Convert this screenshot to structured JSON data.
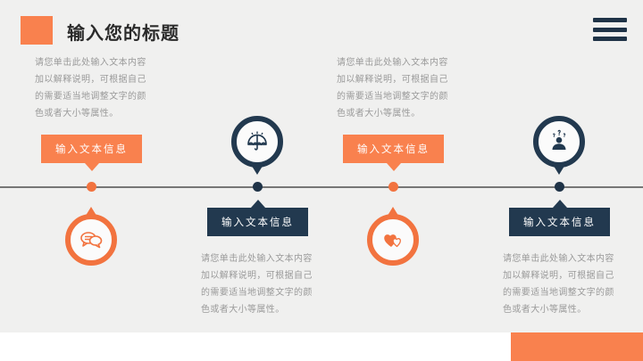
{
  "header": {
    "title": "输入您的标题",
    "menu_icon": "hamburger-menu-icon",
    "accent_color": "#f9814e"
  },
  "theme": {
    "orange": "#f9814e",
    "orange_dark": "#f2733f",
    "navy": "#22394f",
    "background": "#f0f0ef",
    "body_text": "#9a9a9a"
  },
  "body_text": "请您单击此处输入文本内容加以解释说明，可根据自己的需要适当地调整文字的颜色或者大小等属性。",
  "items": [
    {
      "id": 1,
      "position": "above",
      "label": "输入文本信息",
      "label_color": "orange",
      "icon": "speech-bubbles-icon",
      "icon_color": "orange",
      "text": "请您单击此处输入文本内容加以解释说明，可根据自己的需要适当地调整文字的颜色或者大小等属性。",
      "dot_color": "orange"
    },
    {
      "id": 2,
      "position": "below",
      "label": "输入文本信息",
      "label_color": "navy",
      "icon": "umbrella-icon",
      "icon_color": "navy",
      "text": "请您单击此处输入文本内容加以解释说明，可根据自己的需要适当地调整文字的颜色或者大小等属性。",
      "dot_color": "navy"
    },
    {
      "id": 3,
      "position": "above",
      "label": "输入文本信息",
      "label_color": "orange",
      "icon": "hearts-icon",
      "icon_color": "orange",
      "text": "请您单击此处输入文本内容加以解释说明，可根据自己的需要适当地调整文字的颜色或者大小等属性。",
      "dot_color": "orange"
    },
    {
      "id": 4,
      "position": "below",
      "label": "输入文本信息",
      "label_color": "navy",
      "icon": "person-questions-icon",
      "icon_color": "navy",
      "text": "请您单击此处输入文本内容加以解释说明，可根据自己的需要适当地调整文字的颜色或者大小等属性。",
      "dot_color": "navy"
    }
  ]
}
